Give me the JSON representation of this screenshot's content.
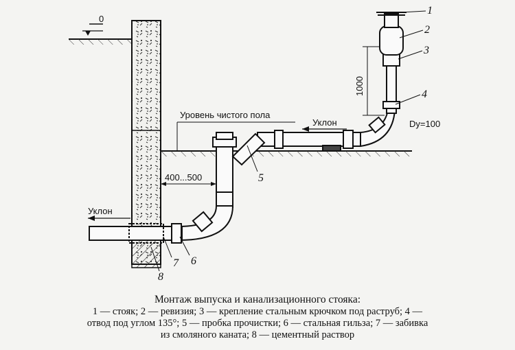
{
  "diagram": {
    "zero_mark": "0",
    "floor_level": "Уровень чистого пола",
    "slope_top": "Уклон",
    "slope_bottom": "Уклон",
    "dim_1000": "1000",
    "dim_400_500": "400...500",
    "dn_label": "Dy=100",
    "callouts": [
      "1",
      "2",
      "3",
      "4",
      "5",
      "6",
      "7",
      "8"
    ]
  },
  "caption": {
    "title": "Монтаж выпуска и канализационного стояка:",
    "line1": "1 — стояк; 2 — ревизия; 3 — крепление стальным крючком под раструб; 4 —",
    "line2": "отвод под углом 135°; 5 — пробка прочистки; 6 — стальная гильза; 7 — забивка",
    "line3": "из смоляного каната; 8 — цементный раствор"
  }
}
